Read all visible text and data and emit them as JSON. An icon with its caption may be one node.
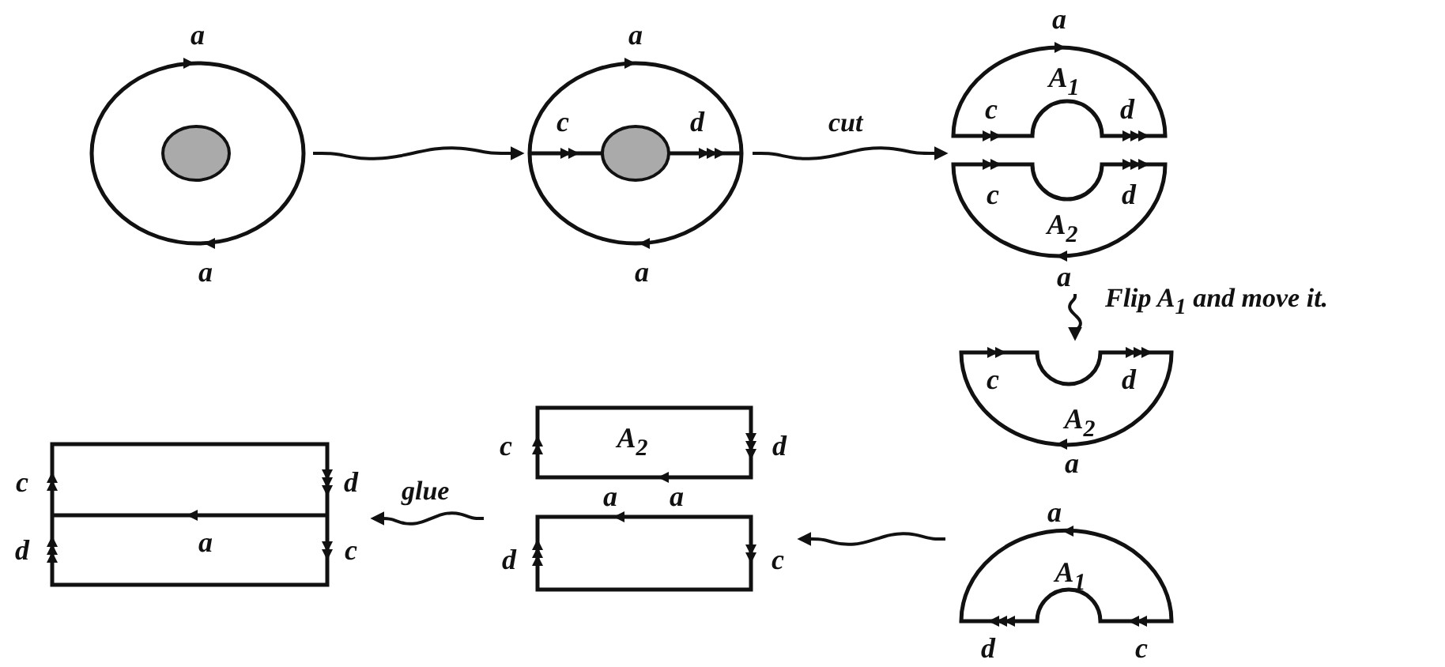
{
  "diagram": {
    "nodes": [
      {
        "text": [],
        "shape": "picture"
      },
      {
        "text": [],
        "shape": "picture"
      },
      {
        "text": [],
        "shape": "picture"
      },
      {
        "text": [],
        "shape": "picture"
      },
      {
        "text": [],
        "shape": "picture"
      },
      {
        "text": [],
        "shape": "picture"
      }
    ],
    "edges": [
      {
        "from": 0,
        "to": 1,
        "arrow": "to"
      },
      {
        "from": 1,
        "to": 2,
        "arrow": "to",
        "label": "cut"
      },
      {
        "from": 2,
        "to": 3,
        "arrow": "to",
        "label": "Flip A$_{1}$ and move it."
      },
      {
        "from": 3,
        "to": 4,
        "arrow": "to"
      },
      {
        "from": 4,
        "to": 5,
        "arrow": "to",
        "label": "glue"
      }
    ],
    "labels": [
      "a",
      "a",
      "a",
      "c",
      "d",
      "a",
      "a",
      "A$_{1}$",
      "c",
      "d",
      "c",
      "d",
      "A$_{2}$",
      "a",
      "c",
      "d",
      "A$_{2}$",
      "a",
      "a",
      "A$_{1}$",
      "d",
      "c",
      "c",
      "A$_{2}$",
      "d",
      "a",
      "a",
      "d",
      "c",
      "c",
      "d",
      "a",
      "d",
      "c"
    ]
  }
}
